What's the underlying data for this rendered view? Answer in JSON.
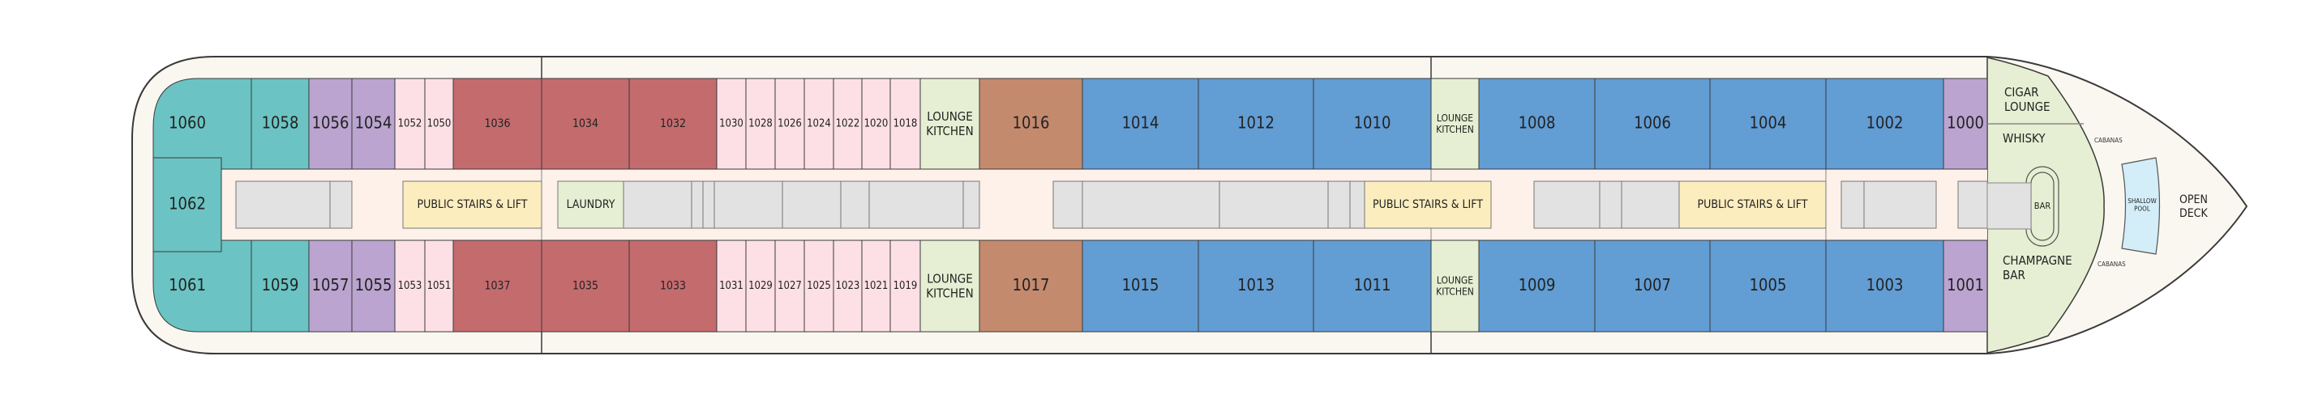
{
  "colors": {
    "hull": "#faf7f0",
    "corridor": "#fdf1e9",
    "outline": "#3a3a3a",
    "teal": "#6cc3c3",
    "purple": "#bba4cf",
    "pink": "#fde0e6",
    "red": "#c46b6e",
    "green": "#e6efd3",
    "brown": "#c48a6e",
    "blue": "#629dd4",
    "yellow": "#fcedbf",
    "gray": "#e2e2e2",
    "pool": "#d3edf9"
  },
  "cabins": {
    "upper": [
      {
        "label": "1060",
        "type": "teal"
      },
      {
        "label": "1058",
        "type": "teal"
      },
      {
        "label": "1056",
        "type": "purple"
      },
      {
        "label": "1054",
        "type": "purple"
      },
      {
        "label": "1052",
        "type": "pink"
      },
      {
        "label": "1050",
        "type": "pink"
      },
      {
        "label": "1036",
        "type": "red"
      },
      {
        "label": "1034",
        "type": "red"
      },
      {
        "label": "1032",
        "type": "red"
      },
      {
        "label": "1030",
        "type": "pink"
      },
      {
        "label": "1028",
        "type": "pink"
      },
      {
        "label": "1026",
        "type": "pink"
      },
      {
        "label": "1024",
        "type": "pink"
      },
      {
        "label": "1022",
        "type": "pink"
      },
      {
        "label": "1020",
        "type": "pink"
      },
      {
        "label": "1018",
        "type": "pink"
      },
      {
        "label": "LOUNGE KITCHEN",
        "type": "green"
      },
      {
        "label": "1016",
        "type": "brown"
      },
      {
        "label": "1014",
        "type": "blue"
      },
      {
        "label": "1012",
        "type": "blue"
      },
      {
        "label": "1010",
        "type": "blue"
      },
      {
        "label": "LOUNGE KITCHEN",
        "type": "green"
      },
      {
        "label": "1008",
        "type": "blue"
      },
      {
        "label": "1006",
        "type": "blue"
      },
      {
        "label": "1004",
        "type": "blue"
      },
      {
        "label": "1002",
        "type": "blue"
      },
      {
        "label": "1000",
        "type": "purple"
      }
    ],
    "lower": [
      {
        "label": "1061",
        "type": "teal"
      },
      {
        "label": "1059",
        "type": "teal"
      },
      {
        "label": "1057",
        "type": "purple"
      },
      {
        "label": "1055",
        "type": "purple"
      },
      {
        "label": "1053",
        "type": "pink"
      },
      {
        "label": "1051",
        "type": "pink"
      },
      {
        "label": "1037",
        "type": "red"
      },
      {
        "label": "1035",
        "type": "red"
      },
      {
        "label": "1033",
        "type": "red"
      },
      {
        "label": "1031",
        "type": "pink"
      },
      {
        "label": "1029",
        "type": "pink"
      },
      {
        "label": "1027",
        "type": "pink"
      },
      {
        "label": "1025",
        "type": "pink"
      },
      {
        "label": "1023",
        "type": "pink"
      },
      {
        "label": "1021",
        "type": "pink"
      },
      {
        "label": "1019",
        "type": "pink"
      },
      {
        "label": "LOUNGE KITCHEN",
        "type": "green"
      },
      {
        "label": "1017",
        "type": "brown"
      },
      {
        "label": "1015",
        "type": "blue"
      },
      {
        "label": "1013",
        "type": "blue"
      },
      {
        "label": "1011",
        "type": "blue"
      },
      {
        "label": "LOUNGE KITCHEN",
        "type": "green"
      },
      {
        "label": "1009",
        "type": "blue"
      },
      {
        "label": "1007",
        "type": "blue"
      },
      {
        "label": "1005",
        "type": "blue"
      },
      {
        "label": "1003",
        "type": "blue"
      },
      {
        "label": "1001",
        "type": "purple"
      }
    ],
    "aft_center": {
      "label": "1062",
      "type": "teal"
    }
  },
  "corridor_labels": {
    "stairs": "PUBLIC STAIRS & LIFT",
    "laundry": "LAUNDRY"
  },
  "bow": {
    "cigar_lounge": "CIGAR LOUNGE",
    "whisky": "WHISKY",
    "champagne_bar": "CHAMPAGNE BAR",
    "bar": "BAR",
    "cabanas_top": "CABANAS",
    "cabanas_bottom": "CABANAS",
    "shallow_pool": "SHALLOW POOL",
    "open_deck": "OPEN DECK"
  }
}
